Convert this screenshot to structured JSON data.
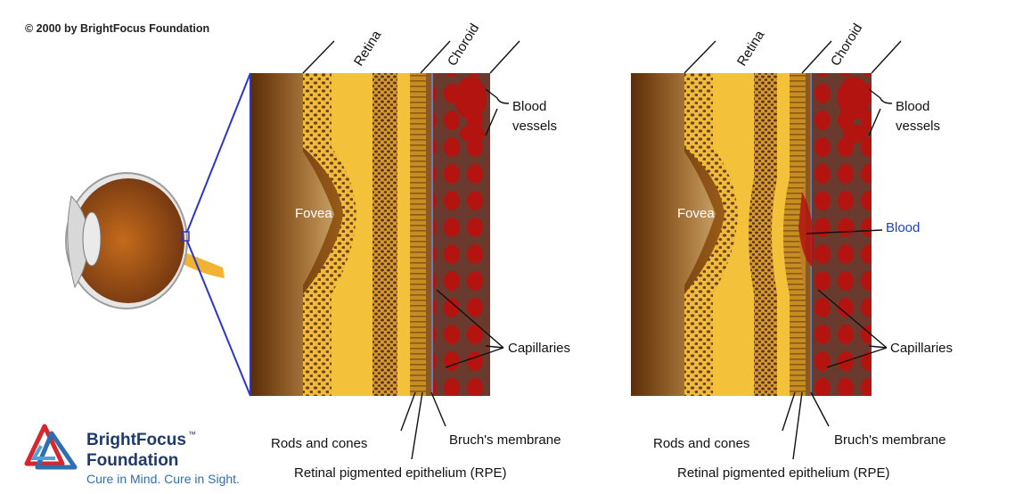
{
  "copyright": "© 2000 by BrightFocus Foundation",
  "brand": {
    "name_line1": "BrightFocus",
    "trademark": "™",
    "name_line2": "Foundation",
    "tagline": "Cure in Mind. Cure in Sight."
  },
  "panels": [
    {
      "retina": "Retina",
      "choroid": "Choroid",
      "fovea": "Fovea",
      "blood_vessels_1": "Blood",
      "blood_vessels_2": "vessels",
      "capillaries": "Capillaries",
      "rods_cones": "Rods and cones",
      "bruch": "Bruch's membrane",
      "rpe": "Retinal pigmented epithelium (RPE)"
    },
    {
      "retina": "Retina",
      "choroid": "Choroid",
      "fovea": "Fovea",
      "blood_vessels_1": "Blood",
      "blood_vessels_2": "vessels",
      "blood": "Blood",
      "capillaries": "Capillaries",
      "rods_cones": "Rods and cones",
      "bruch": "Bruch's membrane",
      "rpe": "Retinal pigmented epithelium (RPE)"
    }
  ],
  "colors": {
    "retina_yellow": "#f3c23a",
    "pigment": "#6b3f2a",
    "choroid": "#7a3b2c",
    "vessel": "#b3140f",
    "zoom_line": "#2a35c9",
    "blood_label": "#1a3fd6"
  }
}
